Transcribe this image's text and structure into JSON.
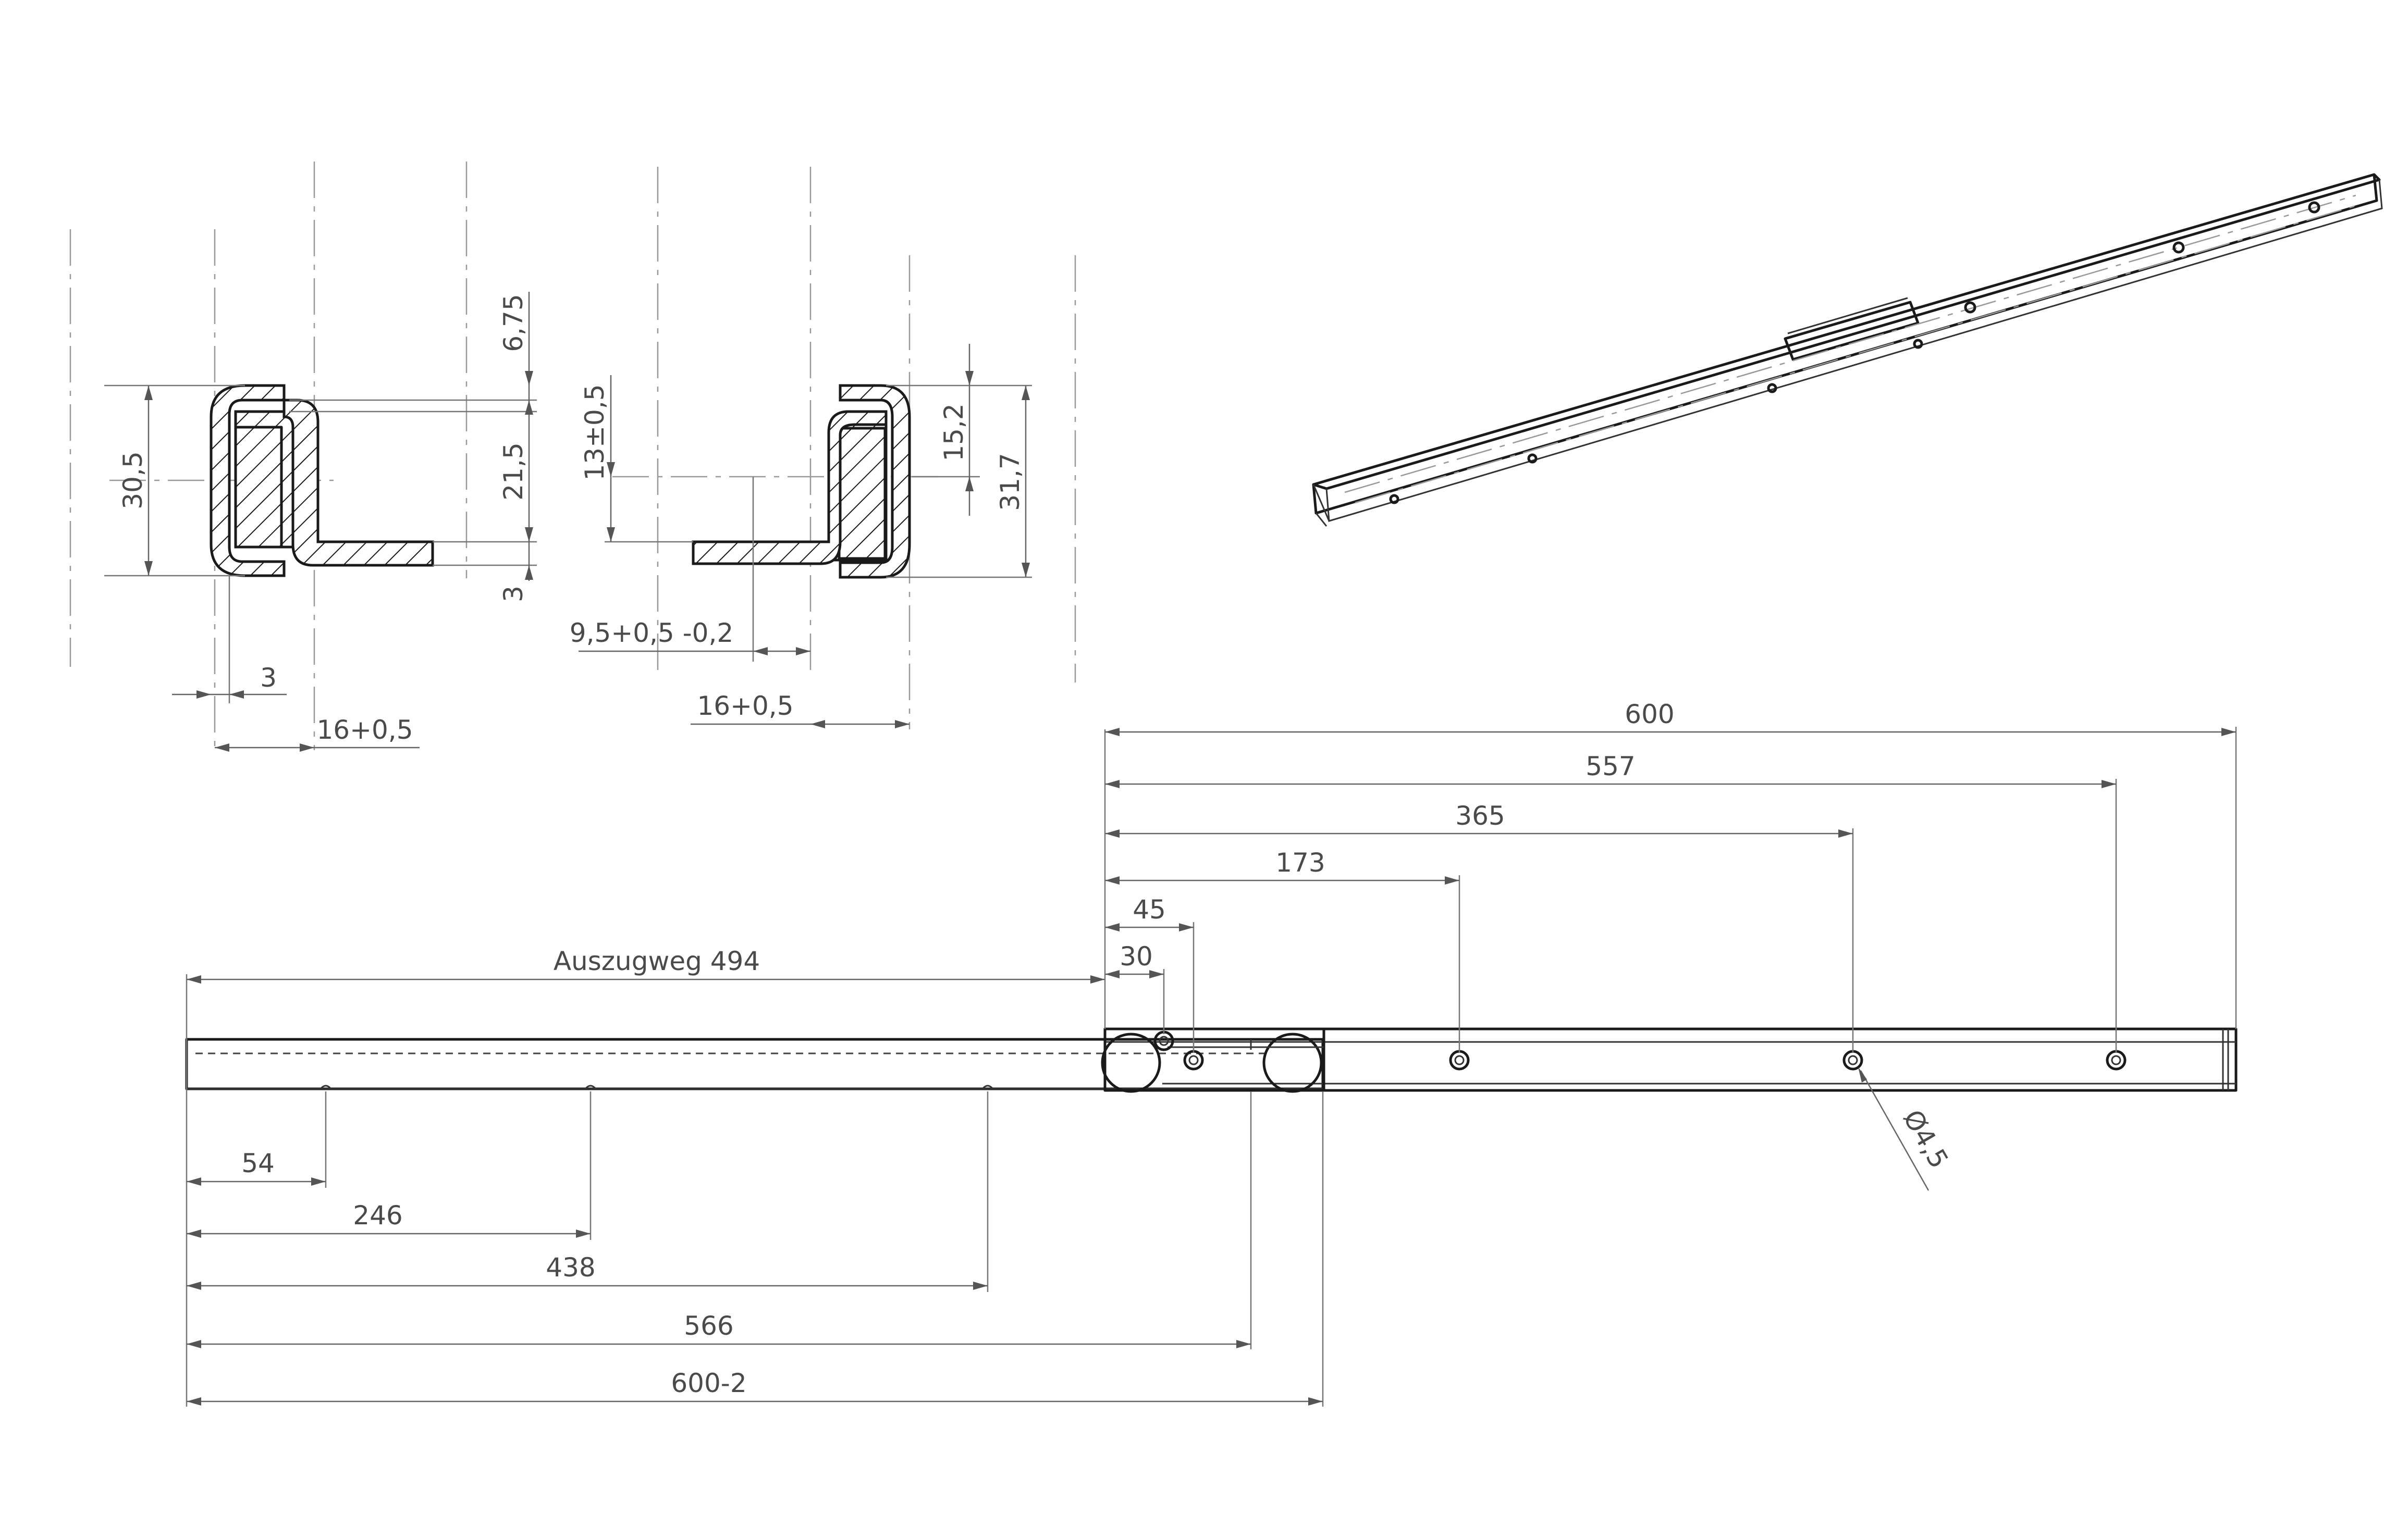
{
  "drawing": {
    "profile_left": {
      "dim_height_total": "30,5",
      "dim_top_offset": "6,75",
      "dim_inner_height": "21,5",
      "dim_bottom": "3",
      "dim_thickness": "3",
      "dim_width": "16+0,5"
    },
    "profile_right": {
      "dim_height_offset": "13±0,5",
      "dim_height_inner": "15,2",
      "dim_height_total": "31,7",
      "dim_flange": "9,5+0,5 -0,2",
      "dim_width": "16+0,5"
    },
    "top_view": {
      "dim_600": "600",
      "dim_557": "557",
      "dim_365": "365",
      "dim_173": "173",
      "dim_45": "45",
      "dim_30": "30",
      "dim_hole": "Ø4,5"
    },
    "bottom_view": {
      "dim_extension": "Auszugweg 494",
      "dim_54": "54",
      "dim_246": "246",
      "dim_438": "438",
      "dim_566": "566",
      "dim_600_2": "600-2"
    }
  }
}
